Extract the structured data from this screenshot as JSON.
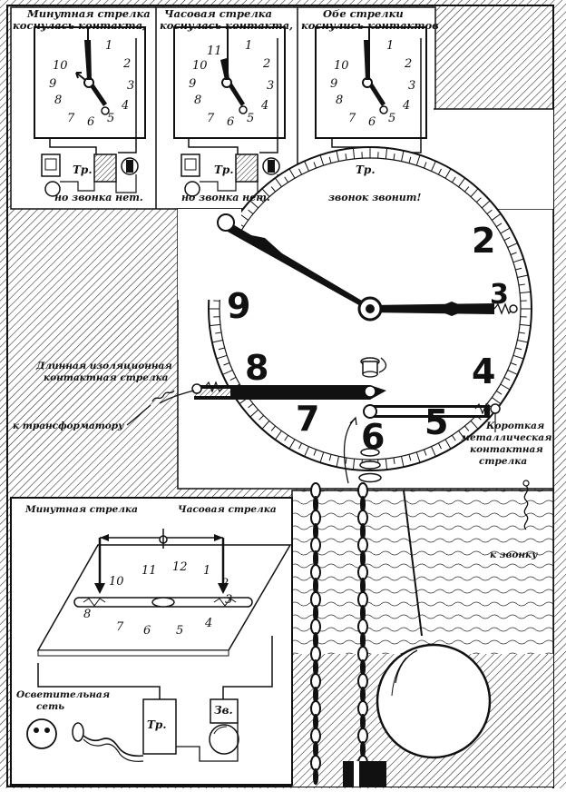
{
  "panels": [
    {
      "caption_line1": "Минутная стрелка",
      "caption_line2": "коснулась контакта,",
      "footer": "но звонка нет.",
      "tr_label": "Тр."
    },
    {
      "caption_line1": "Часовая стрелка",
      "caption_line2": "коснулась контакта,",
      "footer": "но звонка нет.",
      "tr_label": "Тр."
    },
    {
      "caption_line1": "Обе стрелки",
      "caption_line2": "коснулись контактов",
      "footer": "звонок звонит!",
      "tr_label": "Тр."
    }
  ],
  "big_clock": {
    "numbers": [
      "2",
      "3",
      "4",
      "5",
      "6",
      "7",
      "8",
      "9"
    ],
    "label_long_line1": "Длинная изоляционная",
    "label_long_line2": "контактная стрелка",
    "label_transformer": "к трансформатору",
    "label_short_line1": "Короткая",
    "label_short_line2": "металлическая",
    "label_short_line3": "контактная",
    "label_short_line4": "стрелка",
    "label_bell": "к звонку"
  },
  "inset": {
    "label_minute": "Минутная стрелка",
    "label_hour": "Часовая стрелка",
    "dial_numbers": [
      "10",
      "11",
      "12",
      "1",
      "2",
      "3",
      "4",
      "5",
      "6",
      "7",
      "8"
    ],
    "label_mains_line1": "Осветительная",
    "label_mains_line2": "сеть",
    "tr_label": "Тр.",
    "bell_label": "Зв."
  },
  "colors": {
    "ink": "#111111",
    "paper": "#ffffff"
  }
}
